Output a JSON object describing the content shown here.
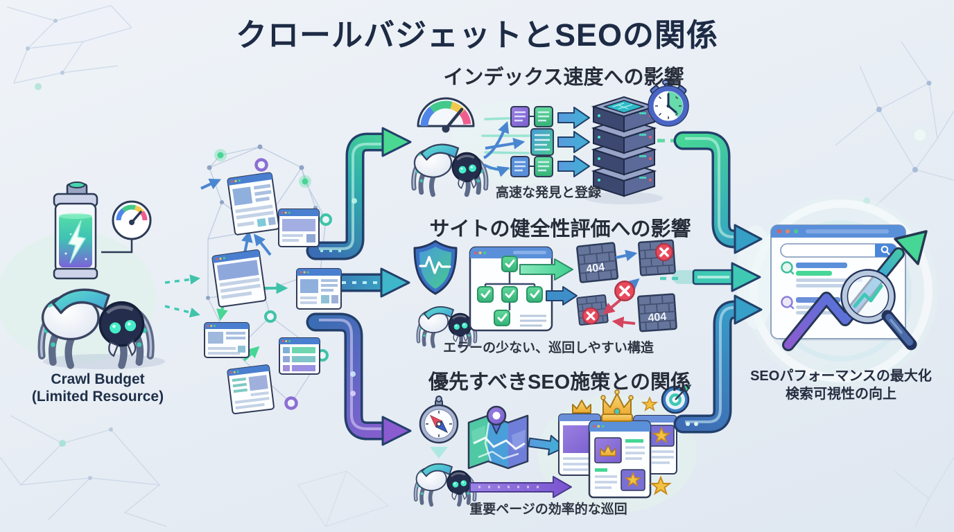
{
  "title": "クロールバジェットとSEOの関係",
  "source": {
    "line1": "Crawl Budget",
    "line2": "(Limited Resource)"
  },
  "sections": {
    "index_speed": {
      "heading": "インデックス速度への影響",
      "caption": "高速な発見と登録"
    },
    "site_health": {
      "heading": "サイトの健全性評価への影響",
      "caption": "エラーの少ない、巡回しやすい構造",
      "error_code": "404"
    },
    "seo_priority": {
      "heading": "優先すべきSEO施策との関係",
      "caption": "重要ページの効率的な巡回"
    }
  },
  "outcome": {
    "line1": "SEOパフォーマンスの最大化",
    "line2": "検索可視性の向上"
  },
  "icons": [
    "battery-icon",
    "gauge-icon",
    "crawler-spider-icon",
    "webpage-card",
    "speedometer-icon",
    "server-stack-icon",
    "stopwatch-icon",
    "shield-icon",
    "sitemap-window-icon",
    "checkbox-icon",
    "error-wall-icon",
    "error-x-icon",
    "compass-icon",
    "map-icon",
    "location-pin-icon",
    "crown-icon",
    "star-icon",
    "target-icon",
    "browser-window-icon",
    "search-bar",
    "magnifier-icon",
    "growth-arrow-icon"
  ],
  "colors": {
    "title_text": "#1d2b45",
    "heading_text": "#262c38",
    "pipe_blue": "#3a6db3",
    "pipe_teal": "#2fb0ab",
    "pipe_green": "#4bd892",
    "pipe_purple": "#8a5cd0",
    "accent_green": "#46d695",
    "error_red": "#e2485a",
    "gold": "#f2b52e",
    "background": "#e8eef5"
  }
}
